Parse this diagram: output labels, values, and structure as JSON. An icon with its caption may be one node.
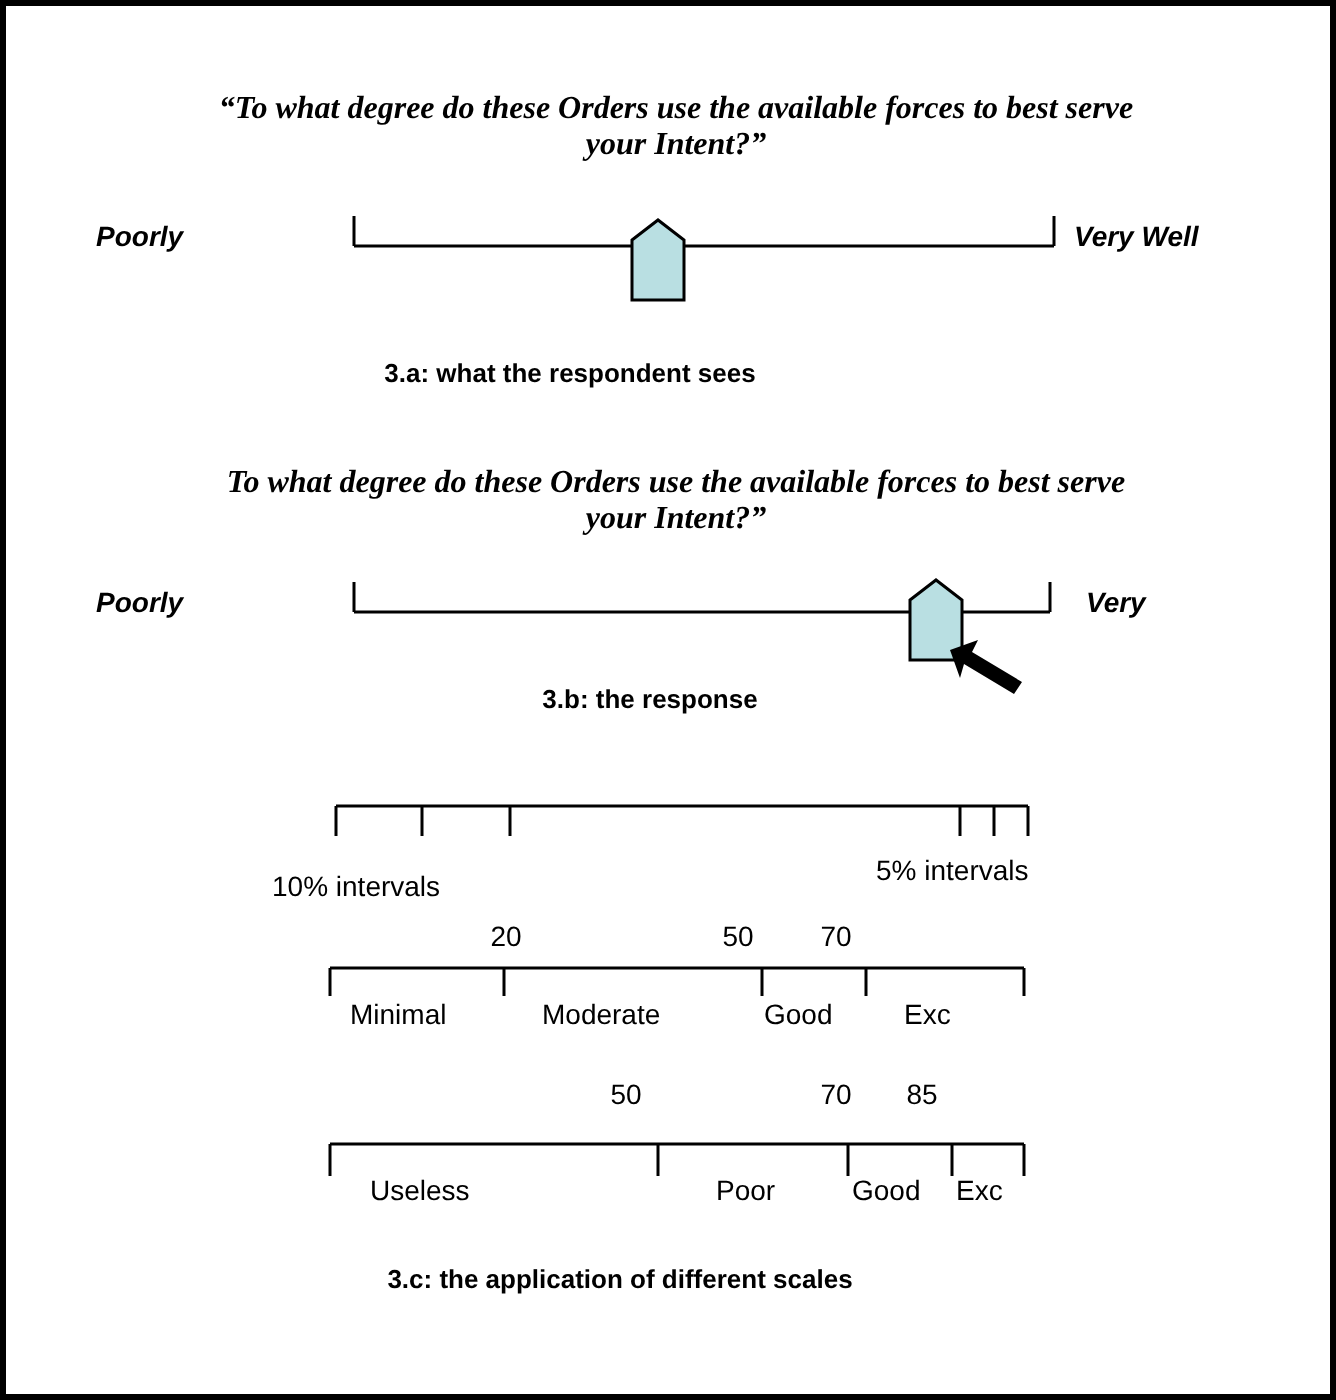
{
  "diagram": {
    "labels": [
      "“To what degree do these Orders use the available forces to best serve your Intent?”",
      "Poorly",
      "Very Well",
      "3.a: what the respondent sees",
      "To what degree do these Orders use the available forces to best serve your Intent?”",
      "Poorly",
      "Very",
      "3.b: the response",
      "10% intervals",
      "5% intervals",
      "20",
      "50",
      "70",
      "Minimal",
      "Moderate",
      "Good",
      "Exc",
      "50",
      "70",
      "85",
      "Useless",
      "Poor",
      "Good",
      "Exc",
      "3.c: the application of different scales"
    ]
  }
}
